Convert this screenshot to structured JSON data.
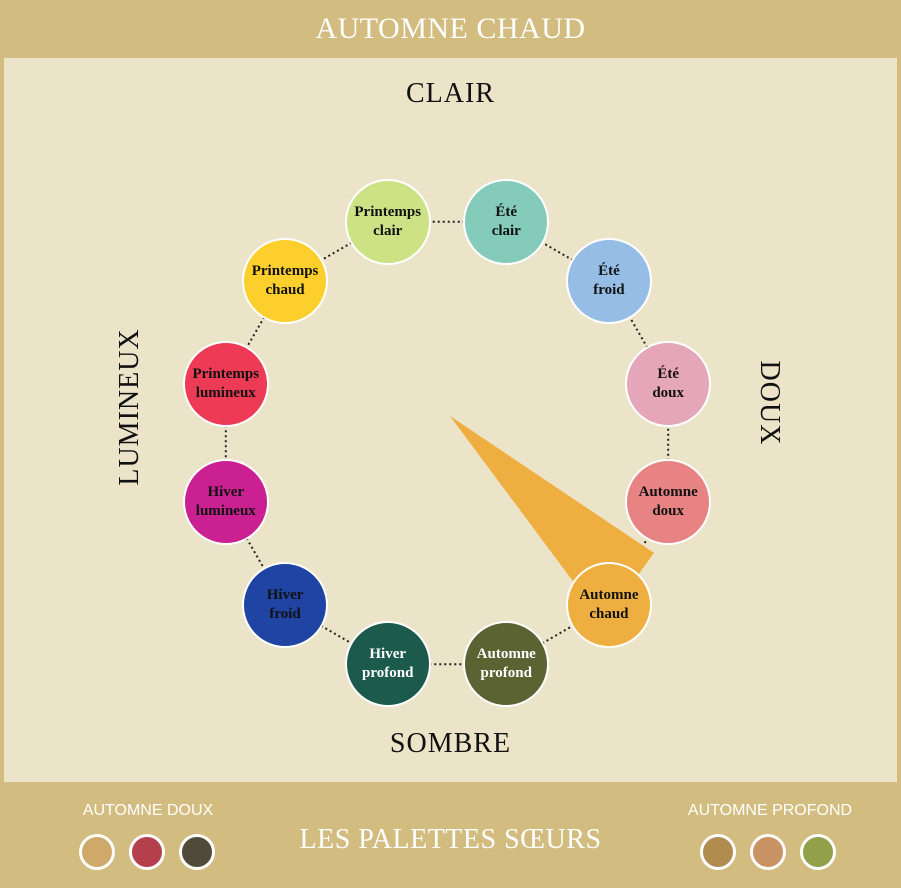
{
  "title": "AUTOMNE CHAUD",
  "axes": {
    "top": "CLAIR",
    "bottom": "SOMBRE",
    "left": "LUMINEUX",
    "right": "DOUX"
  },
  "seasons": [
    {
      "label": "Printemps\nclair",
      "color": "#cde285",
      "text": "#111111"
    },
    {
      "label": "Été\nclair",
      "color": "#84cbb9",
      "text": "#111111"
    },
    {
      "label": "Été\nfroid",
      "color": "#96bde5",
      "text": "#111111"
    },
    {
      "label": "Été\ndoux",
      "color": "#e6a6b9",
      "text": "#111111"
    },
    {
      "label": "Automne\ndoux",
      "color": "#e88383",
      "text": "#111111"
    },
    {
      "label": "Automne\nchaud",
      "color": "#efae40",
      "text": "#111111"
    },
    {
      "label": "Automne\nprofond",
      "color": "#5b6332",
      "text": "#ffffff"
    },
    {
      "label": "Hiver\nprofond",
      "color": "#1c5a4b",
      "text": "#ffffff"
    },
    {
      "label": "Hiver\nfroid",
      "color": "#1f44a3",
      "text": "#111111"
    },
    {
      "label": "Hiver\nlumineux",
      "color": "#cb2092",
      "text": "#111111"
    },
    {
      "label": "Printemps\nlumineux",
      "color": "#ee3b55",
      "text": "#111111"
    },
    {
      "label": "Printemps\nchaud",
      "color": "#fccf2d",
      "text": "#111111"
    }
  ],
  "selected_season": "Automne\nchaud",
  "pointer_color": "#efae40",
  "footer": {
    "title": "LES PALETTES SŒURS",
    "left_group": {
      "label": "AUTOMNE DOUX",
      "swatches": [
        "#cfa96a",
        "#b3404a",
        "#4e4b3a"
      ]
    },
    "right_group": {
      "label": "AUTOMNE PROFOND",
      "swatches": [
        "#b08d4e",
        "#c99263",
        "#91a049"
      ]
    }
  },
  "colors": {
    "frame": "#d2bc7f",
    "panel": "#ebe4c9"
  }
}
